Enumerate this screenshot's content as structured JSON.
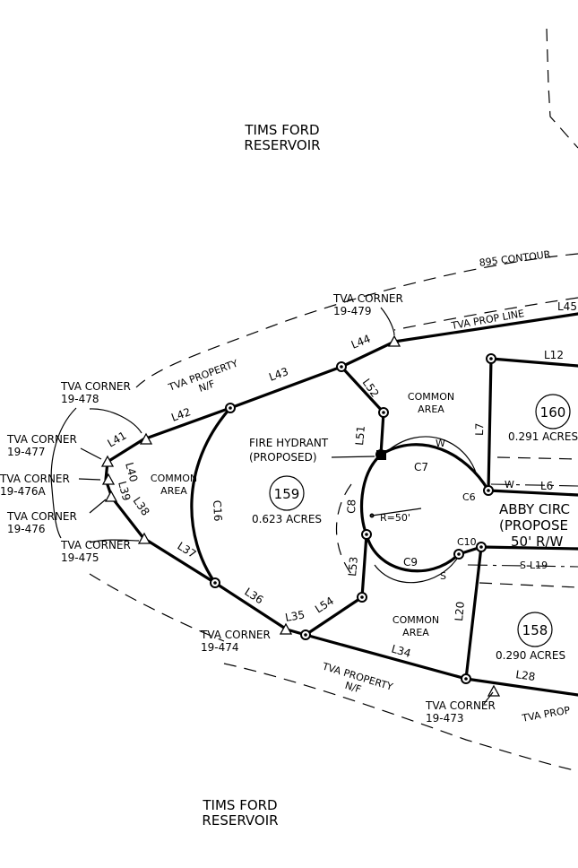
{
  "reservoir_top": [
    "TIMS FORD",
    "RESERVOIR"
  ],
  "reservoir_bottom": [
    "TIMS FORD",
    "RESERVOIR"
  ],
  "contour_label": "895 CONTOUR",
  "tva_prop_line": "TVA PROP LINE",
  "tva_prop_short": "TVA PROP",
  "tva_property": [
    "TVA PROPERTY",
    "N/F"
  ],
  "tva_property_2": [
    "TVA PROPERTY",
    "N/F"
  ],
  "tva_corner_label": "TVA CORNER",
  "corners": {
    "c479": "19-479",
    "c478": "19-478",
    "c477": "19-477",
    "c476a": "19-476A",
    "c476": "19-476",
    "c475": "19-475",
    "c474": "19-474",
    "c473": "19-473"
  },
  "common_area": [
    "COMMON",
    "AREA"
  ],
  "fire_hydrant": [
    "FIRE HYDRANT",
    "(PROPOSED)"
  ],
  "lots": [
    {
      "number": "159",
      "acres": "0.623 ACRES"
    },
    {
      "number": "160",
      "acres": "0.291 ACRES"
    },
    {
      "number": "158",
      "acres": "0.290 ACRES"
    }
  ],
  "road": [
    "ABBY CIRC",
    "(PROPOSE",
    "50' R/W"
  ],
  "radius": "R=50'",
  "utility": {
    "water": "W",
    "sewer": "S",
    "sewer_line": "S-L19"
  },
  "line_labels": {
    "L45": "L45",
    "L44": "L44",
    "L43": "L43",
    "L42": "L42",
    "L41": "L41",
    "L40": "L40",
    "L39": "L39",
    "L38": "L38",
    "L37": "L37",
    "L36": "L36",
    "L35": "L35",
    "L34": "L34",
    "L28": "L28",
    "L20": "L20",
    "L12": "L12",
    "L7": "L7",
    "L6": "L6",
    "L51": "L51",
    "L52": "L52",
    "L53": "L53",
    "L54": "L54"
  },
  "curve_labels": {
    "C16": "C16",
    "C7": "C7",
    "C8": "C8",
    "C9": "C9",
    "C6": "C6",
    "C10": "C10"
  }
}
